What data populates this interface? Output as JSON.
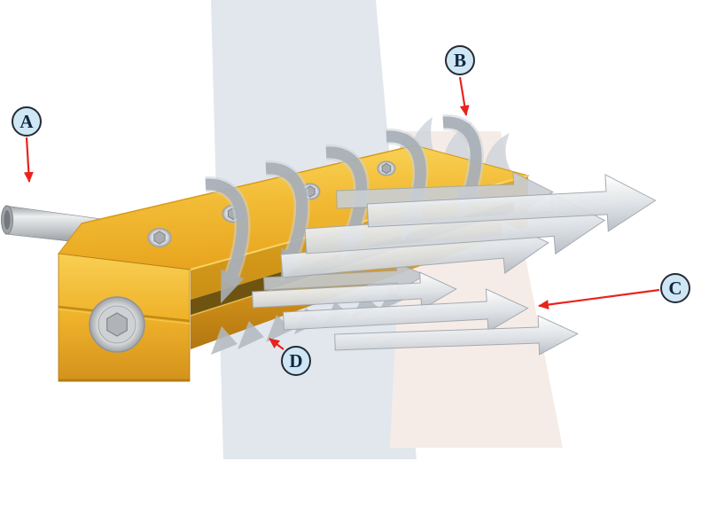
{
  "callouts": [
    {
      "letter": "A"
    },
    {
      "letter": "B"
    },
    {
      "letter": "C"
    },
    {
      "letter": "D"
    }
  ],
  "colors": {
    "callout_fill": "#cfe7f4",
    "callout_stroke": "#262b36",
    "callout_text": "#0f2740",
    "pointer_red": "#e8241d",
    "body_gold": "#f2bb35",
    "body_gold_dark": "#c98f16",
    "pipe_gray": "#c2c6c9",
    "airflow_gray": "#a7aeb6",
    "watermark_blue_gray": "#e2e7ed",
    "watermark_pink": "#f6ece7"
  }
}
